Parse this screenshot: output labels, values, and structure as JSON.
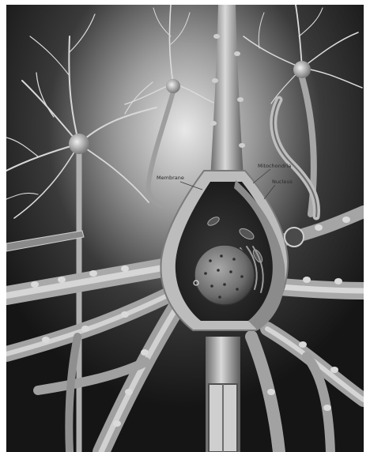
{
  "labels": {
    "membrane": "Membrane",
    "mitochondria": "Mitochondria",
    "nucleus": "Nucleus"
  },
  "colors": {
    "background": "#1a1a1a",
    "glow": "#e6e6e6",
    "process": "#b3b3b3",
    "process_highlight": "#e2e2e2",
    "process_shadow": "#5e5e5e",
    "soma_interior": "#2d2d2d",
    "nucleus": "#7c7c7c"
  }
}
